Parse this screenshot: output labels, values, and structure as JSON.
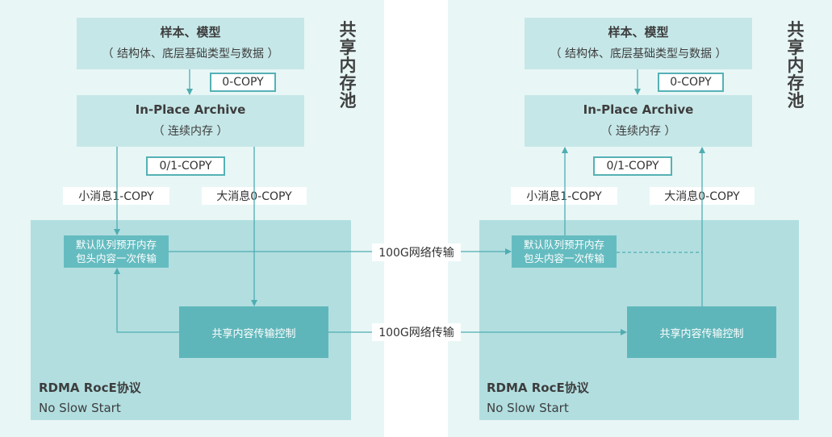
{
  "left": {
    "pool_title": "共享内存池",
    "sample_title": "样本、模型",
    "sample_sub": "（ 结构体、底层基础类型与数据 ）",
    "copy0": "0-COPY",
    "archive_title": "In-Place Archive",
    "archive_sub": "（ 连续内存 ）",
    "copy01": "0/1-COPY",
    "small_msg": "小消息1-COPY",
    "large_msg": "大消息0-COPY",
    "queue_line1": "默认队列预开内存",
    "queue_line2": "包头内容一次传输",
    "ctrl": "共享内容传输控制",
    "rdma": "RDMA RocE协议",
    "slow": "No Slow Start"
  },
  "right": {
    "pool_title": "共享内存池",
    "sample_title": "样本、模型",
    "sample_sub": "（ 结构体、底层基础类型与数据 ）",
    "copy0": "0-COPY",
    "archive_title": "In-Place Archive",
    "archive_sub": "（ 连续内存 ）",
    "copy01": "0/1-COPY",
    "small_msg": "小消息1-COPY",
    "large_msg": "大消息0-COPY",
    "queue_line1": "默认队列预开内存",
    "queue_line2": "包头内容一次传输",
    "ctrl": "共享内容传输控制",
    "rdma": "RDMA RocE协议",
    "slow": "No Slow Start"
  },
  "network": {
    "label_top": "100G网络传输",
    "label_bottom": "100G网络传输"
  },
  "colors": {
    "panel_bg": "#e8f6f6",
    "inner_bg": "#b2dee0",
    "box_light": "#c6e7e8",
    "teal": "#5fb6ba",
    "line": "#4fadb1"
  }
}
